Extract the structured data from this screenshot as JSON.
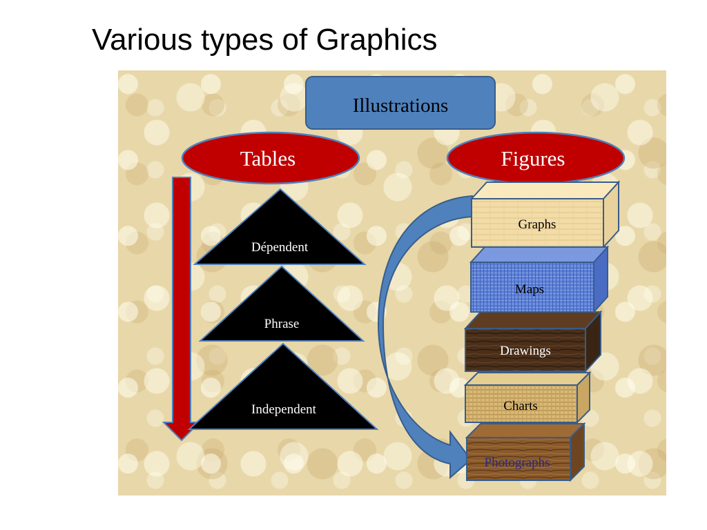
{
  "slide": {
    "title": "Various types of Graphics"
  },
  "diagram": {
    "root": "Illustrations",
    "tables": {
      "label": "Tables",
      "levels": [
        "Dépendent",
        "Phrase",
        "Independent"
      ]
    },
    "figures": {
      "label": "Figures",
      "types": [
        "Graphs",
        "Maps",
        "Drawings",
        "Charts",
        "Photographs"
      ]
    }
  },
  "colors": {
    "root_box": "#4f81bd",
    "oval": "#c00000",
    "arrow_red": "#c00000",
    "arrow_blue": "#4f81bd",
    "triangle": "#000000"
  }
}
